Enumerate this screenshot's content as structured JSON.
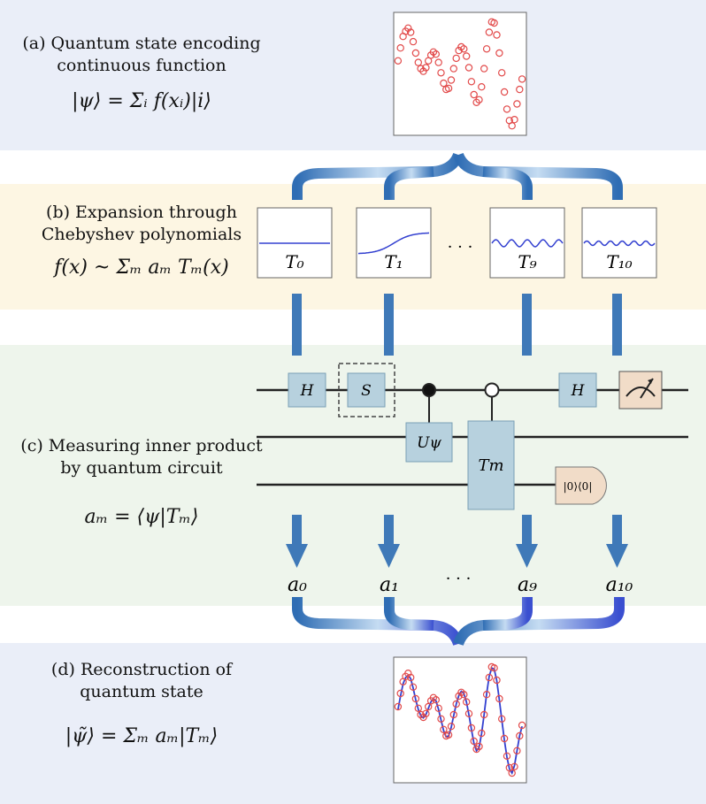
{
  "colors": {
    "band_a": "#eaeef8",
    "band_b": "#fdf6e3",
    "band_c": "#eef5ec",
    "band_d": "#eaeef8",
    "arrow": "#4a7fb8",
    "gate_fill": "#b7d1de",
    "meas_fill": "#f1dcc8",
    "point_red": "#e24a4a",
    "curve_blue": "#3340d0"
  },
  "panel_a": {
    "caption_line1": "(a) Quantum state encoding",
    "caption_line2": "continuous function",
    "equation": "|ψ⟩ = Σᵢ f(xᵢ)|i⟩"
  },
  "panel_b": {
    "caption_line1": "(b) Expansion through",
    "caption_line2": "Chebyshev polynomials",
    "equation": "f(x) ~ Σₘ aₘ Tₘ(x)",
    "basis_labels": [
      "T₀",
      "T₁",
      "T₉",
      "T₁₀"
    ],
    "ellipsis": "· · ·"
  },
  "panel_c": {
    "caption_line1": "(c) Measuring inner product",
    "caption_line2": "by quantum circuit",
    "equation": "aₘ = ⟨ψ|Tₘ⟩",
    "gates": {
      "h1": "H",
      "s": "S",
      "u_psi": "Uψ",
      "t_m": "Tm",
      "h2": "H",
      "projector": "|0⟩⟨0|"
    },
    "coefficients": [
      "a₀",
      "a₁",
      "a₉",
      "a₁₀"
    ],
    "ellipsis": "· · ·"
  },
  "panel_d": {
    "caption_line1": "(d) Reconstruction of",
    "caption_line2": "quantum state",
    "equation": "|ψ̃⟩ = Σₘ aₘ|Tₘ⟩"
  },
  "chart_data": [
    {
      "type": "scatter",
      "name_hint": "encoded function samples (panel a)",
      "x": [
        0,
        1,
        2,
        3,
        4,
        5,
        6,
        7,
        8,
        9,
        10,
        11,
        12,
        13,
        14,
        15,
        16,
        17,
        18,
        19,
        20,
        21,
        22,
        23,
        24,
        25,
        26,
        27,
        28,
        29,
        30,
        31,
        32,
        33,
        34,
        35,
        36,
        37,
        38,
        39,
        40,
        41,
        42,
        43,
        44,
        45,
        46,
        47,
        48,
        49
      ],
      "y": [
        0.25,
        0.5,
        0.72,
        0.82,
        0.88,
        0.8,
        0.62,
        0.4,
        0.22,
        0.1,
        0.05,
        0.12,
        0.25,
        0.36,
        0.42,
        0.38,
        0.22,
        0.02,
        -0.18,
        -0.3,
        -0.28,
        -0.12,
        0.1,
        0.3,
        0.45,
        0.52,
        0.48,
        0.34,
        0.12,
        -0.15,
        -0.4,
        -0.55,
        -0.5,
        -0.25,
        0.1,
        0.48,
        0.8,
        1.0,
        0.98,
        0.75,
        0.4,
        0.02,
        -0.35,
        -0.68,
        -0.9,
        -1.0,
        -0.88,
        -0.58,
        -0.3,
        -0.1
      ],
      "xlim": [
        -1,
        50
      ],
      "ylim": [
        -1.15,
        1.15
      ]
    },
    {
      "type": "line",
      "name_hint": "basis polynomial previews (panel b)",
      "series": [
        {
          "name": "T0",
          "kind": "flat"
        },
        {
          "name": "T1",
          "kind": "sigmoid"
        },
        {
          "name": "T9",
          "kind": "wave",
          "periods": 4.5
        },
        {
          "name": "T10",
          "kind": "wave",
          "periods": 6
        }
      ]
    },
    {
      "type": "scatter",
      "name_hint": "reconstruction (panel d): samples + fitted curve",
      "x": [
        0,
        1,
        2,
        3,
        4,
        5,
        6,
        7,
        8,
        9,
        10,
        11,
        12,
        13,
        14,
        15,
        16,
        17,
        18,
        19,
        20,
        21,
        22,
        23,
        24,
        25,
        26,
        27,
        28,
        29,
        30,
        31,
        32,
        33,
        34,
        35,
        36,
        37,
        38,
        39,
        40,
        41,
        42,
        43,
        44,
        45,
        46,
        47,
        48,
        49
      ],
      "y": [
        0.25,
        0.5,
        0.72,
        0.82,
        0.88,
        0.8,
        0.62,
        0.4,
        0.22,
        0.1,
        0.05,
        0.12,
        0.25,
        0.36,
        0.42,
        0.38,
        0.22,
        0.02,
        -0.18,
        -0.3,
        -0.28,
        -0.12,
        0.1,
        0.3,
        0.45,
        0.52,
        0.48,
        0.34,
        0.12,
        -0.15,
        -0.4,
        -0.55,
        -0.5,
        -0.25,
        0.1,
        0.48,
        0.8,
        1.0,
        0.98,
        0.75,
        0.4,
        0.02,
        -0.35,
        -0.68,
        -0.9,
        -1.0,
        -0.88,
        -0.58,
        -0.3,
        -0.1
      ],
      "fit": [
        0.2,
        0.45,
        0.68,
        0.8,
        0.84,
        0.78,
        0.6,
        0.38,
        0.2,
        0.08,
        0.04,
        0.1,
        0.22,
        0.34,
        0.4,
        0.36,
        0.2,
        0.0,
        -0.2,
        -0.32,
        -0.3,
        -0.14,
        0.08,
        0.3,
        0.46,
        0.54,
        0.5,
        0.34,
        0.1,
        -0.18,
        -0.44,
        -0.58,
        -0.52,
        -0.26,
        0.1,
        0.5,
        0.82,
        0.98,
        0.96,
        0.74,
        0.38,
        0.0,
        -0.38,
        -0.7,
        -0.92,
        -1.0,
        -0.86,
        -0.58,
        -0.3,
        -0.12
      ],
      "xlim": [
        -1,
        50
      ],
      "ylim": [
        -1.15,
        1.15
      ]
    }
  ]
}
